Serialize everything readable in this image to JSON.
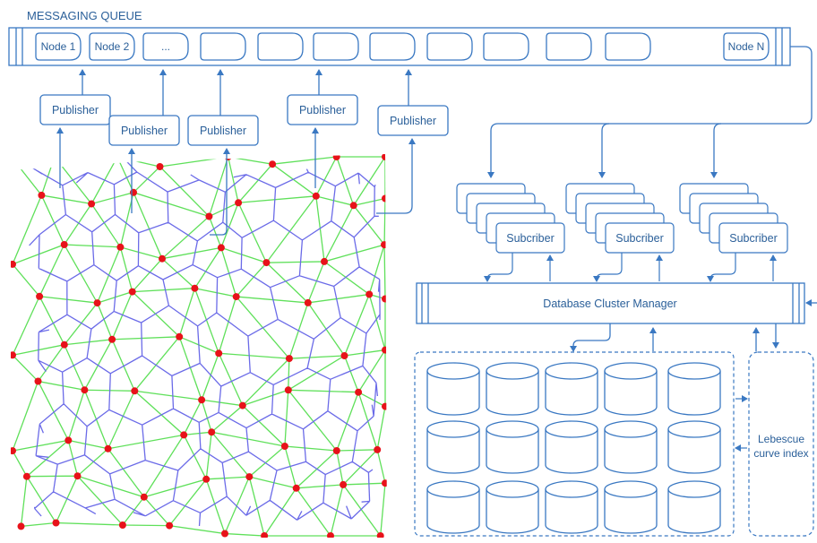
{
  "queue": {
    "title": "MESSAGING QUEUE",
    "nodes": [
      "Node 1",
      "Node 2",
      "...",
      "",
      "",
      "",
      "",
      "",
      "",
      "",
      "",
      "Node N"
    ]
  },
  "publishers": [
    "Publisher",
    "Publisher",
    "Publisher",
    "Publisher",
    "Publisher"
  ],
  "subscribers": [
    "Subcriber",
    "Subcriber",
    "Subcriber"
  ],
  "database_manager": "Database Cluster Manager",
  "database_grid": {
    "rows": 3,
    "cols": 5
  },
  "index": {
    "line1": "Lebescue",
    "line2": "curve index"
  },
  "colors": {
    "stroke": "#3a78c2",
    "text": "#2a5f99",
    "mesh_green": "#5fe05a",
    "mesh_blue": "#6b6be8",
    "mesh_point": "#e8121a"
  }
}
